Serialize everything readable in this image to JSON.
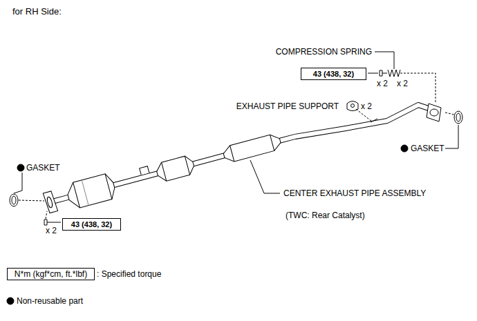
{
  "diagram": {
    "nodes": [
      {
        "text": [
          "43 (438, 32)"
        ]
      },
      {
        "text": [
          "43 (438, 32)"
        ]
      },
      {
        "text": [
          "N*m (kgf*cm, ft.*lbf)"
        ]
      }
    ],
    "labels": [
      "for RH Side:",
      "COMPRESSION SPRING",
      "x 2",
      "x 2",
      "EXHAUST PIPE SUPPORT",
      "x 2",
      "GASKET",
      "GASKET",
      "CENTER EXHAUST PIPE ASSEMBLY",
      "(TWC: Rear Catalyst)",
      "x 2",
      ": Specified torque"
    ],
    "legend": [
      {
        "text": "Non-reusable part"
      }
    ]
  }
}
